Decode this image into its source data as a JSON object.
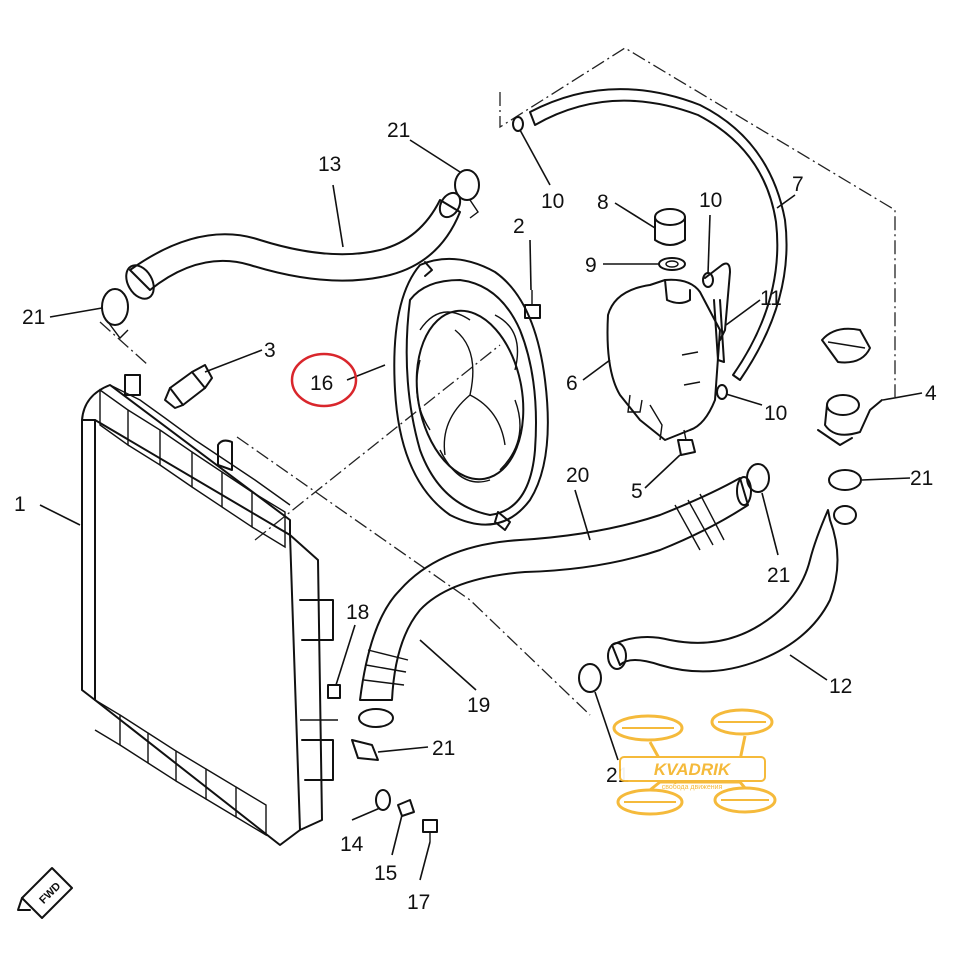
{
  "diagram": {
    "callouts": [
      {
        "id": "c1",
        "text": "1"
      },
      {
        "id": "c2",
        "text": "2"
      },
      {
        "id": "c3",
        "text": "3"
      },
      {
        "id": "c4",
        "text": "4"
      },
      {
        "id": "c5",
        "text": "5"
      },
      {
        "id": "c6",
        "text": "6"
      },
      {
        "id": "c7",
        "text": "7"
      },
      {
        "id": "c8",
        "text": "8"
      },
      {
        "id": "c9",
        "text": "9"
      },
      {
        "id": "c10a",
        "text": "10"
      },
      {
        "id": "c10b",
        "text": "10"
      },
      {
        "id": "c10c",
        "text": "10"
      },
      {
        "id": "c11",
        "text": "11"
      },
      {
        "id": "c12",
        "text": "12"
      },
      {
        "id": "c13",
        "text": "13"
      },
      {
        "id": "c14",
        "text": "14"
      },
      {
        "id": "c15",
        "text": "15"
      },
      {
        "id": "c16",
        "text": "16"
      },
      {
        "id": "c17",
        "text": "17"
      },
      {
        "id": "c18",
        "text": "18"
      },
      {
        "id": "c19",
        "text": "19"
      },
      {
        "id": "c20",
        "text": "20"
      },
      {
        "id": "c21a",
        "text": "21"
      },
      {
        "id": "c21b",
        "text": "21"
      },
      {
        "id": "c21c",
        "text": "21"
      },
      {
        "id": "c21d",
        "text": "21"
      },
      {
        "id": "c21e",
        "text": "21"
      },
      {
        "id": "c21f",
        "text": "21"
      }
    ],
    "highlighted_callout": "16",
    "highlight_color": "#d9262c",
    "fwd_label": "FWD"
  },
  "watermark": {
    "brand": "KVADRIK",
    "tagline": "свобода движения",
    "color": "#f5b731"
  }
}
